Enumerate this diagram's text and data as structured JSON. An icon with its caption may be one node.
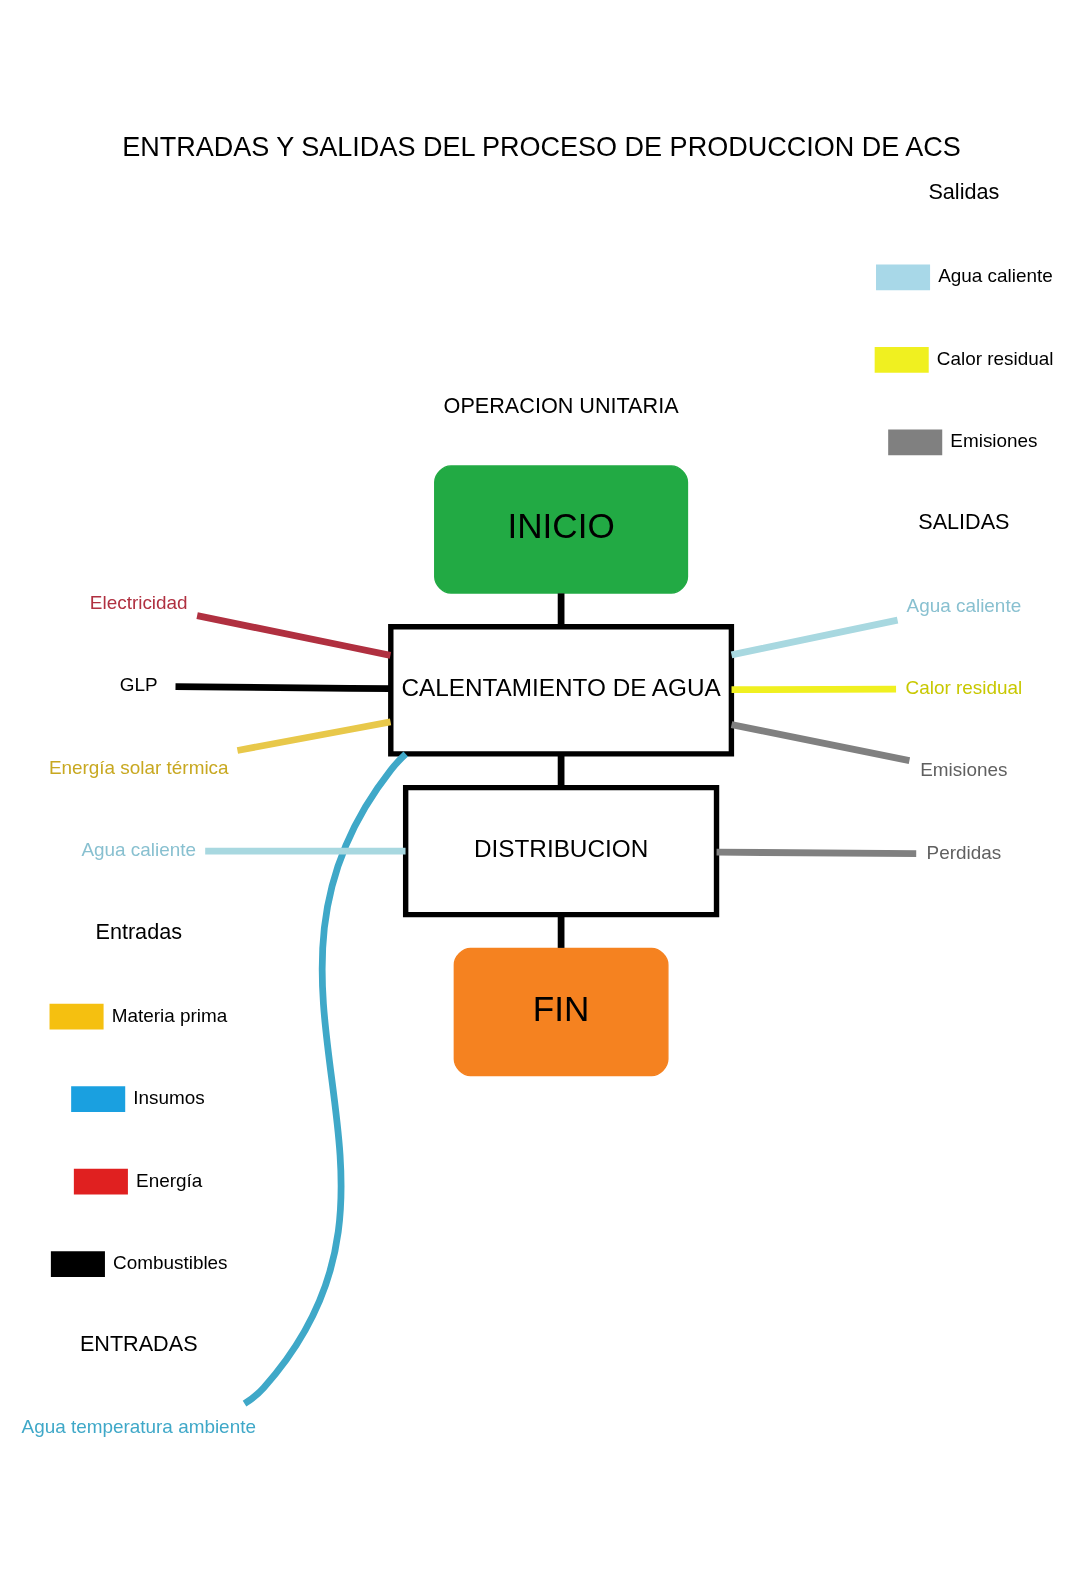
{
  "diagram": {
    "title": "ENTRADAS Y SALIDAS DEL PROCESO DE PRODUCCION DE ACS",
    "nodes": [
      {
        "text": [
          "INICIO"
        ]
      },
      {
        "text": [
          "CALENTAMIENTO DE AGUA"
        ]
      },
      {
        "text": [
          "DISTRIBUCION"
        ]
      },
      {
        "text": [
          "FIN"
        ]
      },
      {
        "text": [
          "Agua temperatura ambiente"
        ]
      },
      {
        "text": [
          "Electricidad"
        ]
      },
      {
        "text": [
          "GLP"
        ]
      },
      {
        "text": [
          "Energía solar térmica"
        ]
      },
      {
        "text": [
          "Agua caliente"
        ]
      },
      {
        "text": [
          "Calor residual"
        ]
      },
      {
        "text": [
          "Emisiones"
        ]
      },
      {
        "text": [
          "Agua caliente"
        ]
      },
      {
        "text": [
          "Perdidas"
        ]
      }
    ],
    "edges": [
      {
        "from": 0,
        "to": 1,
        "arrow": "none"
      },
      {
        "from": 1,
        "to": 2,
        "arrow": "none"
      },
      {
        "from": 2,
        "to": 3,
        "arrow": "none"
      },
      {
        "from": 4,
        "to": 1,
        "arrow": "none",
        "color": "#3fa8c8"
      },
      {
        "from": 5,
        "to": 1,
        "arrow": "none",
        "color": "#b03040"
      },
      {
        "from": 6,
        "to": 1,
        "arrow": "none"
      },
      {
        "from": 7,
        "to": 1,
        "arrow": "none",
        "color": "#e8c84a"
      },
      {
        "from": 1,
        "to": 8,
        "arrow": "none",
        "color": "#a8d8e0"
      },
      {
        "from": 1,
        "to": 9,
        "arrow": "none",
        "color": "#f0f020"
      },
      {
        "from": 1,
        "to": 10,
        "arrow": "none",
        "color": "#808080"
      },
      {
        "from": 11,
        "to": 2,
        "arrow": "none",
        "color": "#a8d8e0"
      },
      {
        "from": 2,
        "to": 12,
        "arrow": "none",
        "color": "#808080"
      }
    ],
    "labels": [
      "Entradas",
      "Salidas",
      "ENTRADAS",
      "OPERACION UNITARIA",
      "SALIDAS"
    ],
    "legend": [
      {
        "text": "Materia prima",
        "color": "#f5c010"
      },
      {
        "text": "Insumos",
        "color": "#1aa0e0"
      },
      {
        "text": "Energía",
        "color": "#e02020"
      },
      {
        "text": "Combustibles",
        "color": "#000000"
      },
      {
        "text": "Agua caliente",
        "color": "#a8d8e8"
      },
      {
        "text": "Calor residual",
        "color": "#f0f020"
      },
      {
        "text": "Emisiones",
        "color": "#808080"
      }
    ]
  }
}
